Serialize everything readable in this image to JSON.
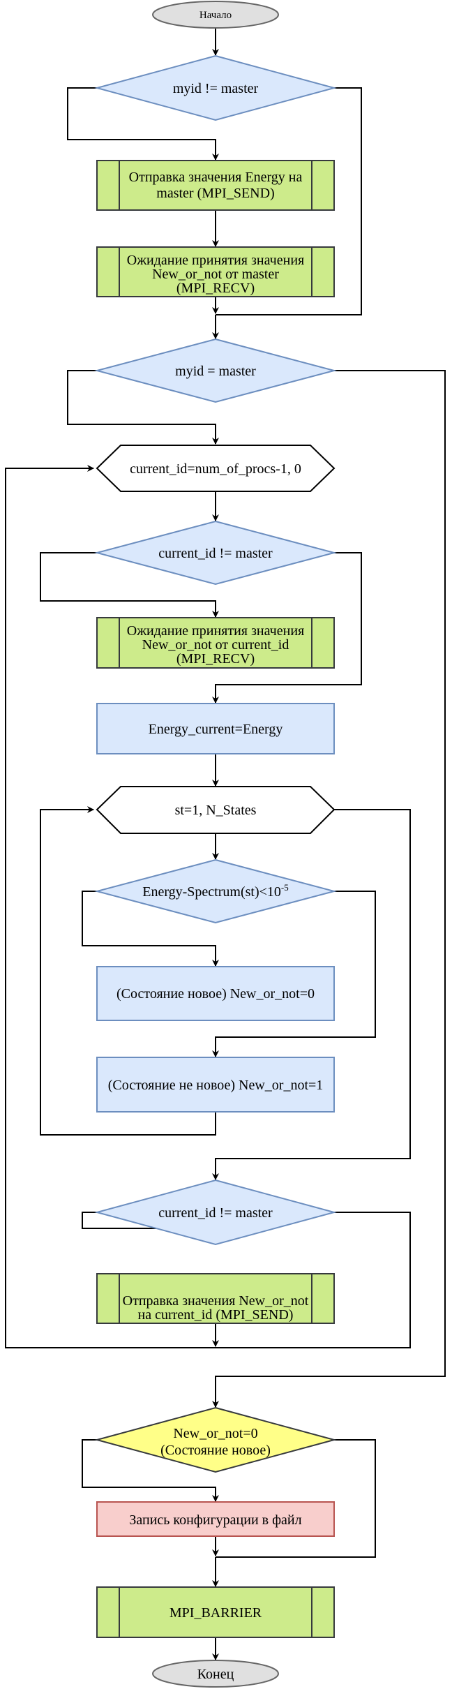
{
  "colors": {
    "process_fill": "#cdeb8b",
    "process_stroke": "#36393d",
    "decision_fill": "#dae8fc",
    "decision_stroke": "#6c8ebf",
    "terminal_fill": "#e0e0e0",
    "terminal_stroke": "#666666",
    "highlight_fill": "#ffff88",
    "highlight_stroke": "#36393d",
    "output_fill": "#f8cecc",
    "output_stroke": "#b85450",
    "line": "#000000"
  },
  "nodes": {
    "start": "Начало",
    "d_myid_ne_master": "myid != master",
    "send_energy_1": "Отправка значения Energy на",
    "send_energy_2": "master (MPI_SEND)",
    "wait_master_1": "Ожидание принятия значения",
    "wait_master_2": "New_or_not от master",
    "wait_master_3": "(MPI_RECV)",
    "d_myid_eq_master": "myid = master",
    "loop_current_id": "current_id=num_of_procs-1, 0",
    "d_current_ne_master_1": "current_id != master",
    "wait_current_1": "Ожидание принятия значения",
    "wait_current_2": "New_or_not от current_id",
    "wait_current_3": "(MPI_RECV)",
    "energy_current": "Energy_current=Energy",
    "loop_states": "st=1, N_States",
    "d_spectrum_prefix": "Energy-Spectrum(st)<10",
    "d_spectrum_exp": "-5",
    "state_new": "(Состояние новое) New_or_not=0",
    "state_not_new": "(Состояние не новое) New_or_not=1",
    "d_current_ne_master_2": "current_id != master",
    "send_new_or_not_1": "Отправка значения New_or_not",
    "send_new_or_not_2": "на current_id (MPI_SEND)",
    "d_new_or_not_1": "New_or_not=0",
    "d_new_or_not_2": "(Состояние новое)",
    "write_config": "Запись конфигурации в файл",
    "mpi_barrier": "MPI_BARRIER",
    "end": "Конец"
  }
}
